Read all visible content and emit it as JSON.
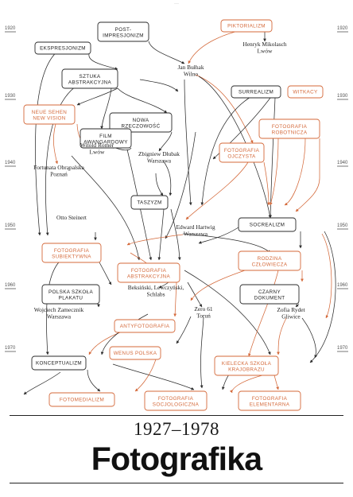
{
  "title": "Fotografika",
  "years": "1927–1978",
  "top_marker": "···",
  "colors": {
    "black": "#2b2b2b",
    "orange": "#d4693a"
  },
  "year_labels": [
    "1920",
    "1930",
    "1940",
    "1950",
    "1960",
    "1970"
  ],
  "movements": [
    {
      "id": "post",
      "lines": [
        "POST-",
        "IMPRESJONIZM"
      ],
      "color": "black"
    },
    {
      "id": "pikt",
      "lines": [
        "PIKTORIALIZM"
      ],
      "color": "orange"
    },
    {
      "id": "ekspr",
      "lines": [
        "EKSPRESJONIZM"
      ],
      "color": "black"
    },
    {
      "id": "sztuka",
      "lines": [
        "SZTUKA",
        "ABSTRAKCYJNA"
      ],
      "color": "black"
    },
    {
      "id": "surreal",
      "lines": [
        "SURREALIZM"
      ],
      "color": "black"
    },
    {
      "id": "witkacy",
      "lines": [
        "WITKACY"
      ],
      "color": "orange"
    },
    {
      "id": "neue",
      "lines": [
        "NEUE SEHEN",
        "NEW VISION"
      ],
      "color": "orange"
    },
    {
      "id": "nowa",
      "lines": [
        "NOWA",
        "RZECZOWOŚĆ"
      ],
      "color": "black"
    },
    {
      "id": "film",
      "lines": [
        "FILM",
        "AWANGARDOWY"
      ],
      "color": "black"
    },
    {
      "id": "robot",
      "lines": [
        "FOTOGRAFIA",
        "ROBOTNICZA"
      ],
      "color": "orange"
    },
    {
      "id": "ojczysta",
      "lines": [
        "FOTOGRAFIA",
        "OJCZYSTA"
      ],
      "color": "orange"
    },
    {
      "id": "taszyzm",
      "lines": [
        "TASZYZM"
      ],
      "color": "black"
    },
    {
      "id": "socreal",
      "lines": [
        "SOCREALIZM"
      ],
      "color": "black"
    },
    {
      "id": "subiekt",
      "lines": [
        "FOTOGRAFIA",
        "SUBIEKTYWNA"
      ],
      "color": "orange"
    },
    {
      "id": "rodzina",
      "lines": [
        "RODZINA",
        "CZŁOWIECZA"
      ],
      "color": "orange"
    },
    {
      "id": "abstrakc",
      "lines": [
        "FOTOGRAFIA",
        "ABSTRAKCYJNA"
      ],
      "color": "orange"
    },
    {
      "id": "plakat",
      "lines": [
        "POLSKA SZKOŁA",
        "PLAKATU"
      ],
      "color": "black"
    },
    {
      "id": "czarny",
      "lines": [
        "CZARNY",
        "DOKUMENT"
      ],
      "color": "black"
    },
    {
      "id": "antyfoto",
      "lines": [
        "ANTYFOTOGRAFIA"
      ],
      "color": "orange"
    },
    {
      "id": "wenus",
      "lines": [
        "WENUS POLSKA"
      ],
      "color": "orange"
    },
    {
      "id": "kielecka",
      "lines": [
        "KIELECKA SZKOŁA",
        "KRAJOBRAZU"
      ],
      "color": "orange"
    },
    {
      "id": "koncept",
      "lines": [
        "KONCEPTUALIZM"
      ],
      "color": "black"
    },
    {
      "id": "fotomed",
      "lines": [
        "FOTOMEDIALIZM"
      ],
      "color": "orange"
    },
    {
      "id": "socjolog",
      "lines": [
        "FOTOGRAFIA",
        "SOCJOLOGICZNA"
      ],
      "color": "orange"
    },
    {
      "id": "element",
      "lines": [
        "FOTOGRAFIA",
        "ELEMENTARNA"
      ],
      "color": "orange"
    }
  ],
  "people": [
    {
      "id": "henryk",
      "lines": [
        "Henryk Mikolasch",
        "Lwów"
      ]
    },
    {
      "id": "bulhak",
      "lines": [
        "Jan Bułhak",
        "Wilno"
      ]
    },
    {
      "id": "romer",
      "lines": [
        "Witold Romer",
        "Lwów"
      ]
    },
    {
      "id": "dlubak",
      "lines": [
        "Zbigniew Dłubak",
        "Warszawa"
      ]
    },
    {
      "id": "obrap",
      "lines": [
        "Fortunata Obrąpalska",
        "Poznań"
      ]
    },
    {
      "id": "steinert",
      "lines": [
        "Otto Steinert"
      ]
    },
    {
      "id": "hartwig",
      "lines": [
        "Edward Hartwig",
        "Warszawa"
      ]
    },
    {
      "id": "beks",
      "lines": [
        "Beksiński, Lewczyński,",
        "Schlabs"
      ]
    },
    {
      "id": "zamecznik",
      "lines": [
        "Wojciech Zamecznik",
        "Warszawa"
      ]
    },
    {
      "id": "zero61",
      "lines": [
        "Zero 61",
        "Toruń"
      ]
    },
    {
      "id": "rydet",
      "lines": [
        "Zofia Rydet",
        "Gliwice"
      ]
    }
  ]
}
